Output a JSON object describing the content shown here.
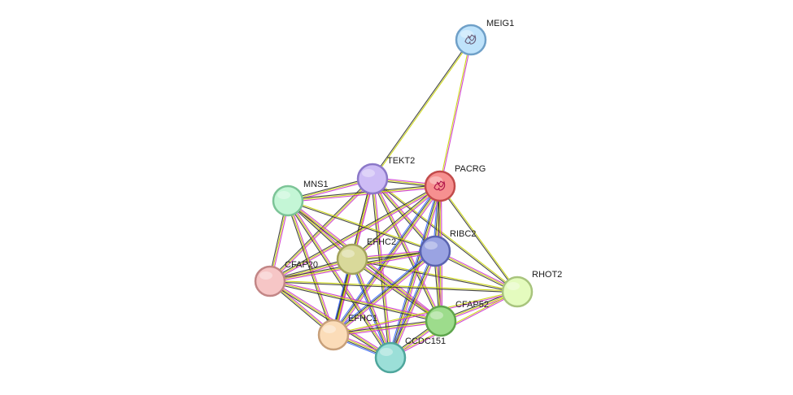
{
  "network": {
    "nodes": [
      {
        "id": "MEIG1",
        "label": "MEIG1",
        "fill": "#bfe3fb",
        "stroke": "#6fa0c8",
        "has_structure": true
      },
      {
        "id": "TEKT2",
        "label": "TEKT2",
        "fill": "#cdbcf5",
        "stroke": "#8b78c8",
        "has_structure": false
      },
      {
        "id": "PACRG",
        "label": "PACRG",
        "fill": "#f69090",
        "stroke": "#c24b4b",
        "has_structure": true
      },
      {
        "id": "MNS1",
        "label": "MNS1",
        "fill": "#c4f6d6",
        "stroke": "#7cc497",
        "has_structure": false
      },
      {
        "id": "EFHC2",
        "label": "EFHC2",
        "fill": "#d9d99a",
        "stroke": "#a3a35b",
        "has_structure": false
      },
      {
        "id": "RIBC2",
        "label": "RIBC2",
        "fill": "#9aa3e2",
        "stroke": "#5a64b0",
        "has_structure": false
      },
      {
        "id": "CFAP20",
        "label": "CFAP20",
        "fill": "#f6c6c6",
        "stroke": "#c28686",
        "has_structure": false
      },
      {
        "id": "RHOT2",
        "label": "RHOT2",
        "fill": "#e4fbbe",
        "stroke": "#a8c47d",
        "has_structure": false
      },
      {
        "id": "CFAP52",
        "label": "CFAP52",
        "fill": "#9ddc8c",
        "stroke": "#5ea54c",
        "has_structure": false
      },
      {
        "id": "EFHC1",
        "label": "EFHC1",
        "fill": "#fbdcb8",
        "stroke": "#c8a07a",
        "has_structure": false
      },
      {
        "id": "CCDC151",
        "label": "CCDC151",
        "fill": "#9bdfd8",
        "stroke": "#4ea69c",
        "has_structure": false
      }
    ],
    "edges": [
      {
        "source": "MEIG1",
        "target": "TEKT2",
        "evidence": [
          "#c8d400",
          "#333333"
        ]
      },
      {
        "source": "MEIG1",
        "target": "PACRG",
        "evidence": [
          "#cc33cc",
          "#c8d400"
        ]
      },
      {
        "source": "TEKT2",
        "target": "PACRG",
        "evidence": [
          "#cc33cc",
          "#c8d400",
          "#333333"
        ]
      },
      {
        "source": "TEKT2",
        "target": "MNS1",
        "evidence": [
          "#cc33cc",
          "#c8d400",
          "#333333"
        ]
      },
      {
        "source": "TEKT2",
        "target": "EFHC2",
        "evidence": [
          "#cc33cc",
          "#c8d400",
          "#333333"
        ]
      },
      {
        "source": "TEKT2",
        "target": "RIBC2",
        "evidence": [
          "#cc33cc",
          "#c8d400",
          "#333333"
        ]
      },
      {
        "source": "TEKT2",
        "target": "CFAP20",
        "evidence": [
          "#cc33cc",
          "#c8d400",
          "#333333"
        ]
      },
      {
        "source": "TEKT2",
        "target": "CFAP52",
        "evidence": [
          "#cc33cc",
          "#c8d400",
          "#333333"
        ]
      },
      {
        "source": "TEKT2",
        "target": "EFHC1",
        "evidence": [
          "#cc33cc",
          "#c8d400",
          "#333333"
        ]
      },
      {
        "source": "TEKT2",
        "target": "CCDC151",
        "evidence": [
          "#cc33cc",
          "#c8d400",
          "#333333"
        ]
      },
      {
        "source": "TEKT2",
        "target": "RHOT2",
        "evidence": [
          "#c8d400",
          "#333333"
        ]
      },
      {
        "source": "PACRG",
        "target": "MNS1",
        "evidence": [
          "#cc33cc",
          "#c8d400",
          "#333333"
        ]
      },
      {
        "source": "PACRG",
        "target": "EFHC2",
        "evidence": [
          "#cc33cc",
          "#c8d400",
          "#333333"
        ]
      },
      {
        "source": "PACRG",
        "target": "RIBC2",
        "evidence": [
          "#cc33cc",
          "#c8d400",
          "#333333",
          "#3366ff"
        ]
      },
      {
        "source": "PACRG",
        "target": "CFAP20",
        "evidence": [
          "#cc33cc",
          "#c8d400",
          "#333333"
        ]
      },
      {
        "source": "PACRG",
        "target": "RHOT2",
        "evidence": [
          "#c8d400",
          "#333333"
        ]
      },
      {
        "source": "PACRG",
        "target": "CFAP52",
        "evidence": [
          "#cc33cc",
          "#c8d400",
          "#333333"
        ]
      },
      {
        "source": "PACRG",
        "target": "EFHC1",
        "evidence": [
          "#cc33cc",
          "#c8d400",
          "#333333",
          "#3366ff"
        ]
      },
      {
        "source": "PACRG",
        "target": "CCDC151",
        "evidence": [
          "#cc33cc",
          "#c8d400",
          "#333333",
          "#3366ff"
        ]
      },
      {
        "source": "MNS1",
        "target": "EFHC2",
        "evidence": [
          "#cc33cc",
          "#c8d400",
          "#333333"
        ]
      },
      {
        "source": "MNS1",
        "target": "CFAP20",
        "evidence": [
          "#cc33cc",
          "#c8d400",
          "#333333"
        ]
      },
      {
        "source": "MNS1",
        "target": "RIBC2",
        "evidence": [
          "#c8d400",
          "#333333"
        ]
      },
      {
        "source": "MNS1",
        "target": "CFAP52",
        "evidence": [
          "#cc33cc",
          "#c8d400",
          "#333333"
        ]
      },
      {
        "source": "MNS1",
        "target": "EFHC1",
        "evidence": [
          "#cc33cc",
          "#c8d400",
          "#333333"
        ]
      },
      {
        "source": "MNS1",
        "target": "CCDC151",
        "evidence": [
          "#cc33cc",
          "#c8d400",
          "#333333"
        ]
      },
      {
        "source": "EFHC2",
        "target": "RIBC2",
        "evidence": [
          "#cc33cc",
          "#c8d400",
          "#333333"
        ]
      },
      {
        "source": "EFHC2",
        "target": "CFAP20",
        "evidence": [
          "#cc33cc",
          "#c8d400",
          "#333333"
        ]
      },
      {
        "source": "EFHC2",
        "target": "RHOT2",
        "evidence": [
          "#c8d400",
          "#333333"
        ]
      },
      {
        "source": "EFHC2",
        "target": "CFAP52",
        "evidence": [
          "#cc33cc",
          "#c8d400",
          "#333333"
        ]
      },
      {
        "source": "EFHC2",
        "target": "EFHC1",
        "evidence": [
          "#cc33cc",
          "#c8d400",
          "#333333",
          "#3366ff"
        ]
      },
      {
        "source": "EFHC2",
        "target": "CCDC151",
        "evidence": [
          "#cc33cc",
          "#c8d400",
          "#333333",
          "#3366ff"
        ]
      },
      {
        "source": "RIBC2",
        "target": "CFAP20",
        "evidence": [
          "#cc33cc",
          "#c8d400",
          "#333333"
        ]
      },
      {
        "source": "RIBC2",
        "target": "RHOT2",
        "evidence": [
          "#cc33cc",
          "#c8d400",
          "#333333"
        ]
      },
      {
        "source": "RIBC2",
        "target": "CFAP52",
        "evidence": [
          "#cc33cc",
          "#c8d400",
          "#333333"
        ]
      },
      {
        "source": "RIBC2",
        "target": "EFHC1",
        "evidence": [
          "#cc33cc",
          "#c8d400",
          "#333333",
          "#3366ff"
        ]
      },
      {
        "source": "RIBC2",
        "target": "CCDC151",
        "evidence": [
          "#cc33cc",
          "#c8d400",
          "#333333",
          "#3366ff"
        ]
      },
      {
        "source": "CFAP20",
        "target": "RHOT2",
        "evidence": [
          "#c8d400",
          "#333333"
        ]
      },
      {
        "source": "CFAP20",
        "target": "CFAP52",
        "evidence": [
          "#cc33cc",
          "#c8d400",
          "#333333"
        ]
      },
      {
        "source": "CFAP20",
        "target": "EFHC1",
        "evidence": [
          "#cc33cc",
          "#c8d400",
          "#333333"
        ]
      },
      {
        "source": "CFAP20",
        "target": "CCDC151",
        "evidence": [
          "#cc33cc",
          "#c8d400",
          "#333333"
        ]
      },
      {
        "source": "RHOT2",
        "target": "CFAP52",
        "evidence": [
          "#cc33cc",
          "#c8d400",
          "#333333"
        ]
      },
      {
        "source": "RHOT2",
        "target": "EFHC1",
        "evidence": [
          "#cc33cc",
          "#c8d400"
        ]
      },
      {
        "source": "RHOT2",
        "target": "CCDC151",
        "evidence": [
          "#cc33cc",
          "#c8d400"
        ]
      },
      {
        "source": "CFAP52",
        "target": "EFHC1",
        "evidence": [
          "#cc33cc",
          "#c8d400",
          "#333333"
        ]
      },
      {
        "source": "CFAP52",
        "target": "CCDC151",
        "evidence": [
          "#cc33cc",
          "#c8d400",
          "#333333"
        ]
      },
      {
        "source": "EFHC1",
        "target": "CCDC151",
        "evidence": [
          "#cc33cc",
          "#c8d400",
          "#333333",
          "#3366ff"
        ]
      }
    ]
  }
}
